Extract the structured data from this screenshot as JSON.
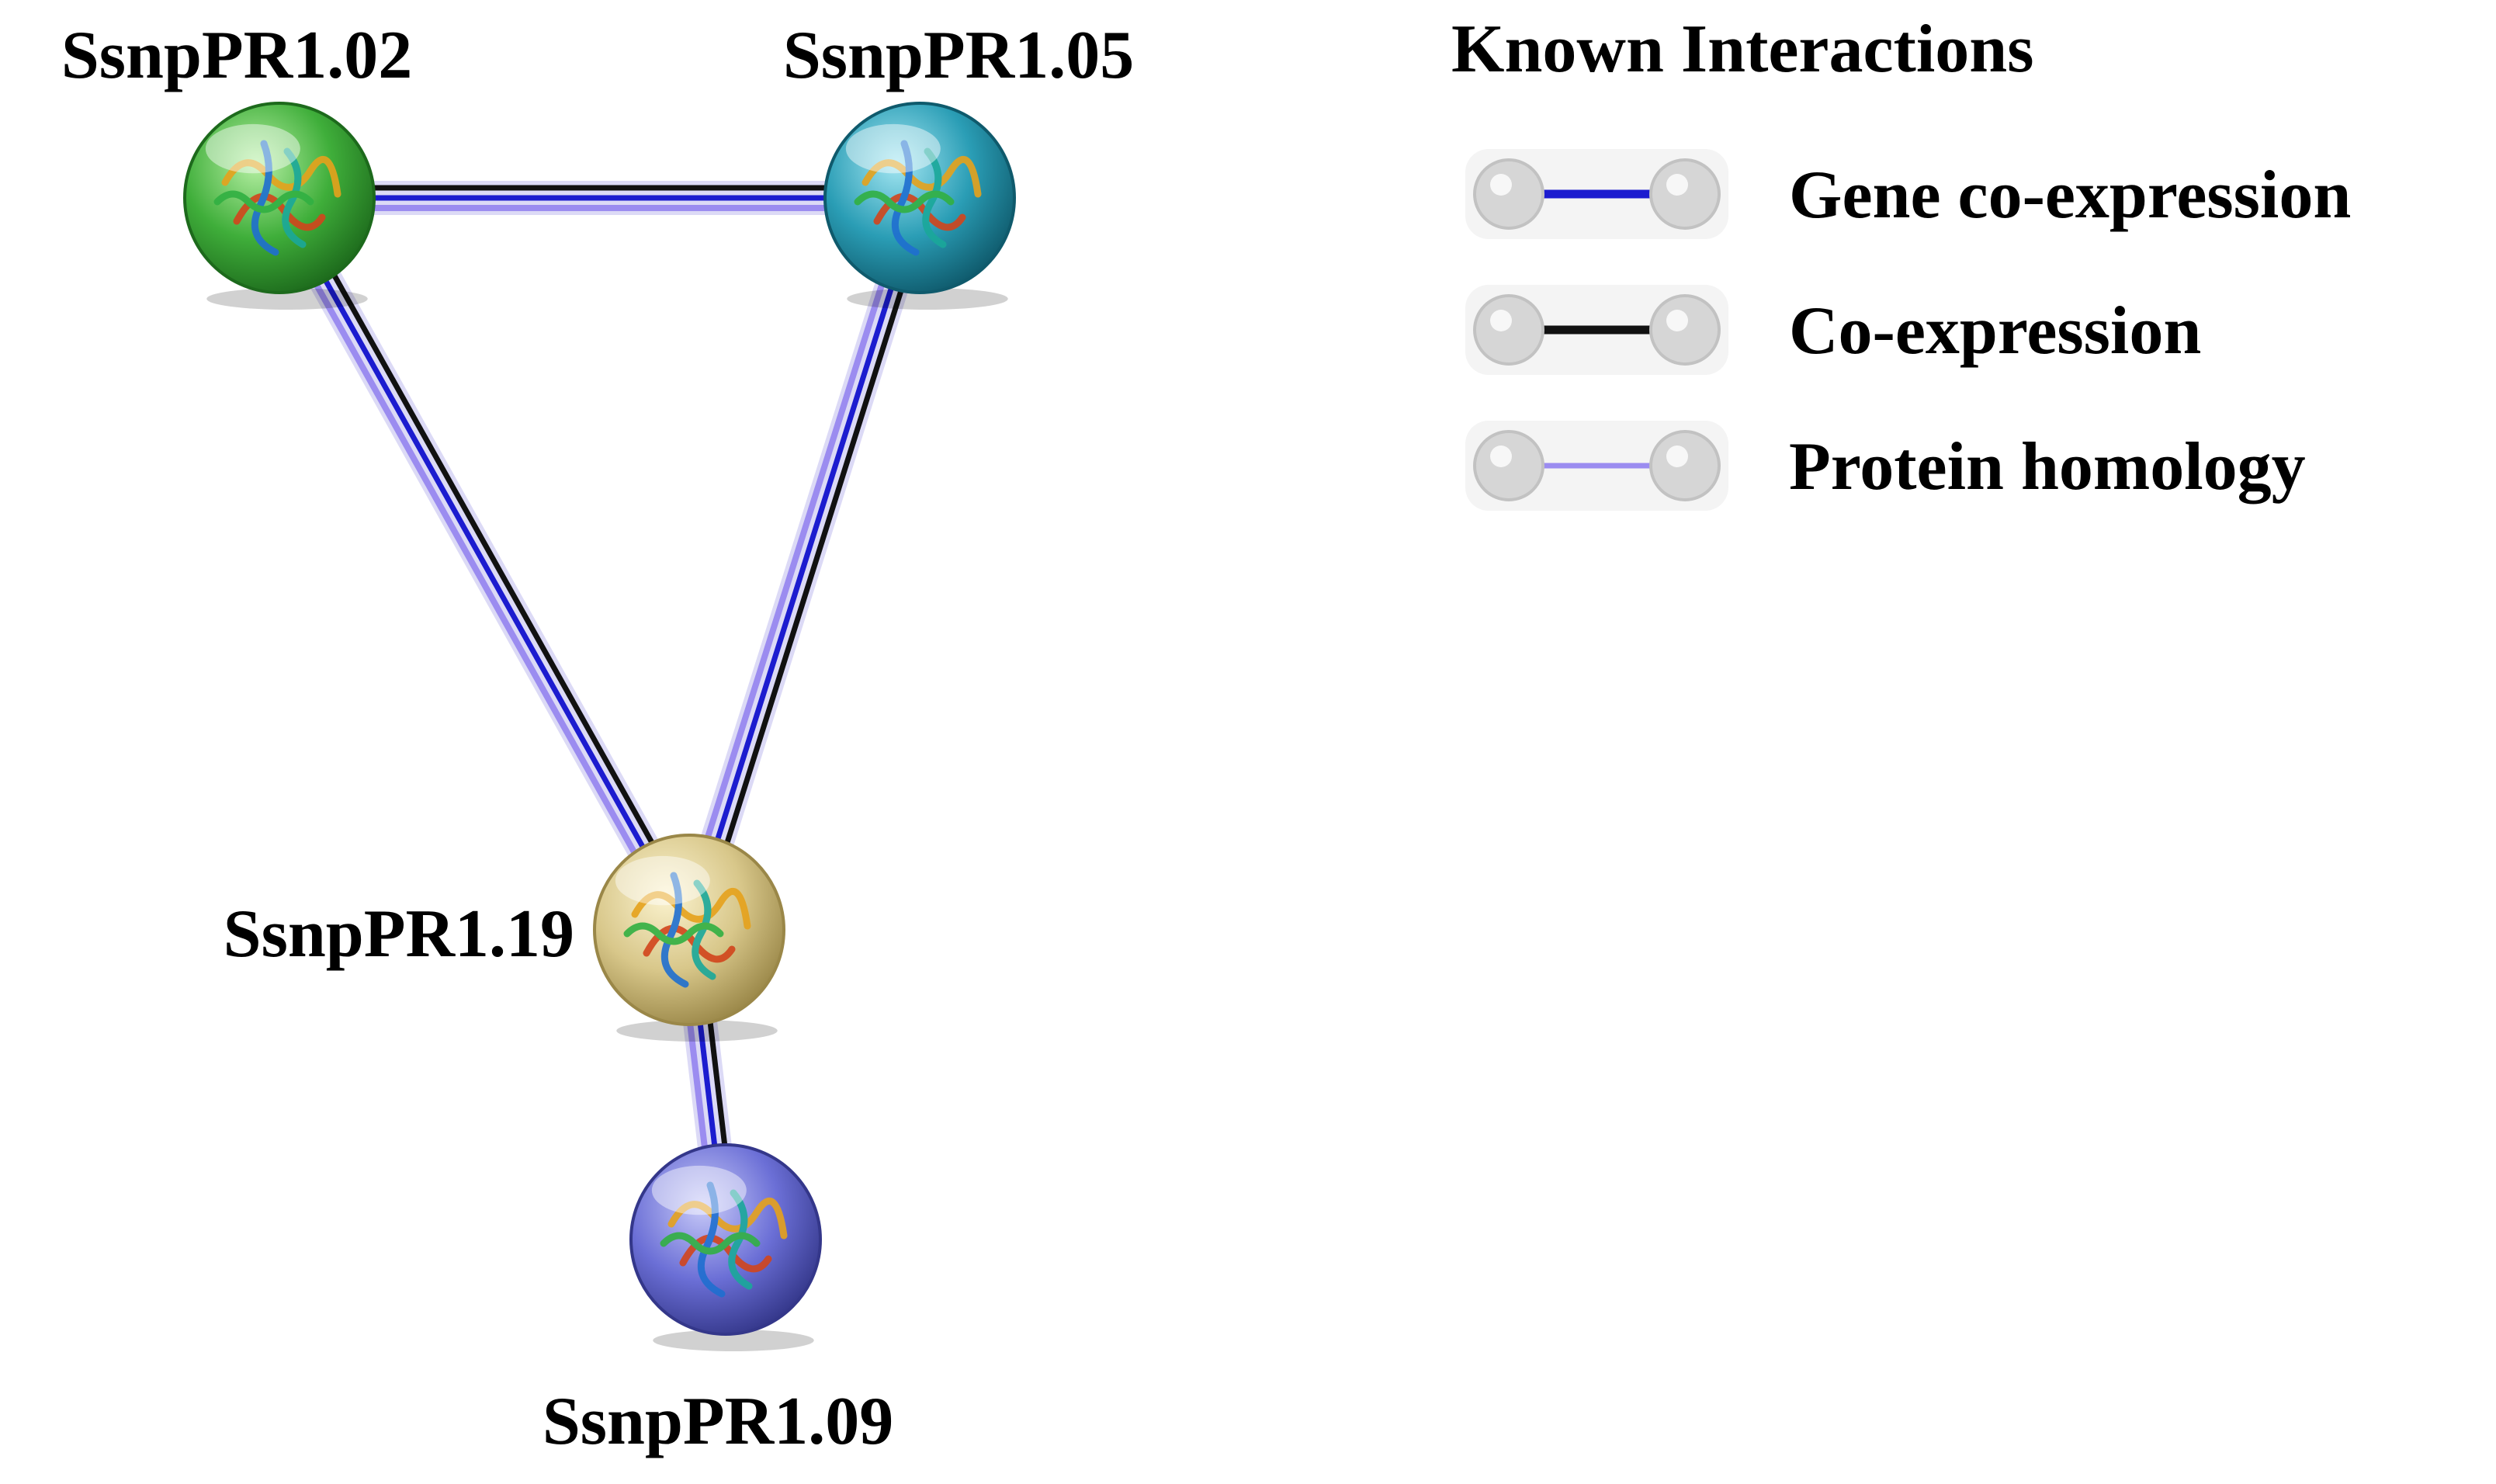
{
  "colors": {
    "gene_coexpression": "#1c1ccf",
    "coexpression": "#111111",
    "protein_homology": "#9b8cf0"
  },
  "legend": {
    "title": "Known Interactions",
    "items": [
      {
        "key": "gene_coexpression",
        "label": "Gene co-expression"
      },
      {
        "key": "coexpression",
        "label": "Co-expression"
      },
      {
        "key": "protein_homology",
        "label": "Protein homology"
      }
    ]
  },
  "nodes": [
    {
      "id": "n02",
      "label": "SsnpPR1.02",
      "color": "#3fae3a",
      "light": "#b7f0a4",
      "dark": "#1d6a1c",
      "icon": "protein-structure-green"
    },
    {
      "id": "n05",
      "label": "SsnpPR1.05",
      "color": "#2a9db5",
      "light": "#a3e6f2",
      "dark": "#0f5a6c",
      "icon": "protein-structure-teal"
    },
    {
      "id": "n19",
      "label": "SsnpPR1.19",
      "color": "#d8c78a",
      "light": "#fbf3cf",
      "dark": "#9a8748",
      "icon": "protein-structure-tan"
    },
    {
      "id": "n09",
      "label": "SsnpPR1.09",
      "color": "#6b6fd6",
      "light": "#c8caf8",
      "dark": "#34378a",
      "icon": "protein-structure-purple"
    }
  ],
  "edges": [
    {
      "from": "n02",
      "to": "n05",
      "types": [
        "coexpression",
        "gene_coexpression",
        "protein_homology"
      ]
    },
    {
      "from": "n02",
      "to": "n19",
      "types": [
        "coexpression",
        "gene_coexpression",
        "protein_homology"
      ]
    },
    {
      "from": "n05",
      "to": "n19",
      "types": [
        "coexpression",
        "gene_coexpression",
        "protein_homology"
      ]
    },
    {
      "from": "n19",
      "to": "n09",
      "types": [
        "coexpression",
        "gene_coexpression",
        "protein_homology"
      ]
    }
  ]
}
